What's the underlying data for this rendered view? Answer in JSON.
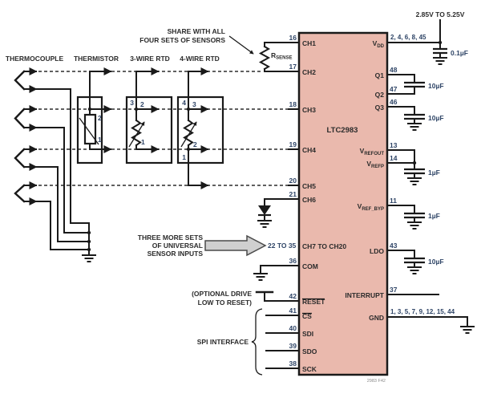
{
  "colors": {
    "chip_fill": "#eab9ad",
    "wire": "#1a1a1a",
    "pin_number": "#2e4466",
    "label": "#2b2b2b",
    "arrow_fill": "#cfcfcf",
    "fig_ref": "#8a8a8a"
  },
  "supply": {
    "range": "2.85V TO 5.25V"
  },
  "sensor_headers": {
    "thermocouple": "THERMOCOUPLE",
    "thermistor": "THERMISTOR",
    "rtd3": "3-WIRE RTD",
    "rtd4": "4-WIRE RTD"
  },
  "share_note": {
    "line1": "SHARE WITH ALL",
    "line2": "FOUR SETS OF SENSORS"
  },
  "more_inputs_note": {
    "line1": "THREE MORE SETS",
    "line2": "OF UNIVERSAL",
    "line3": "SENSOR INPUTS"
  },
  "reset_note": {
    "line1": "(OPTIONAL DRIVE",
    "line2": "LOW TO RESET)"
  },
  "spi_label": "SPI INTERFACE",
  "fig_ref": "2983 F42",
  "rsense": {
    "main": "R",
    "sub": "SENSE"
  },
  "sensors": {
    "thermistor_pins": {
      "p2": "2",
      "p1": "1"
    },
    "rtd3_pins": {
      "p3": "3",
      "p2": "2",
      "p1": "1"
    },
    "rtd4_pins": {
      "p4": "4",
      "p3": "3",
      "p2": "2",
      "p1": "1"
    }
  },
  "caps": {
    "vdd": "0.1µF",
    "q12": "10µF",
    "q3": "10µF",
    "vref": "1µF",
    "vrefbyp": "1µF",
    "ldo": "10µF"
  },
  "chip": {
    "name": "LTC2983",
    "left_pins": {
      "ch1": {
        "num": "16",
        "label": "CH1"
      },
      "ch2": {
        "num": "17",
        "label": "CH2"
      },
      "ch3": {
        "num": "18",
        "label": "CH3"
      },
      "ch4": {
        "num": "19",
        "label": "CH4"
      },
      "ch5": {
        "num": "20",
        "label": "CH5"
      },
      "ch6": {
        "num": "21",
        "label": "CH6"
      },
      "ch7_20": {
        "num": "22 TO 35",
        "label": "CH7 TO CH20"
      },
      "com": {
        "num": "36",
        "label": "COM"
      },
      "reset": {
        "num": "42",
        "label": "RESET"
      },
      "cs": {
        "num": "41",
        "label": "CS"
      },
      "sdi": {
        "num": "40",
        "label": "SDI"
      },
      "sdo": {
        "num": "39",
        "label": "SDO"
      },
      "sck": {
        "num": "38",
        "label": "SCK"
      }
    },
    "right_pins": {
      "vdd": {
        "num": "2, 4, 6, 8, 45",
        "main": "V",
        "sub": "DD"
      },
      "q1": {
        "num": "48",
        "label": "Q1"
      },
      "q2": {
        "num": "47",
        "label": "Q2"
      },
      "q3": {
        "num": "46",
        "label": "Q3"
      },
      "vrefout": {
        "num": "13",
        "main": "V",
        "sub": "REFOUT"
      },
      "vrefp": {
        "num": "14",
        "main": "V",
        "sub": "REFP"
      },
      "vrefbyp": {
        "num": "11",
        "main": "V",
        "sub": "REF_BYP"
      },
      "ldo": {
        "num": "43",
        "label": "LDO"
      },
      "interrupt": {
        "num": "37",
        "label": "INTERRUPT"
      },
      "gnd": {
        "num": "1, 3, 5, 7, 9, 12, 15, 44",
        "label": "GND"
      }
    }
  }
}
